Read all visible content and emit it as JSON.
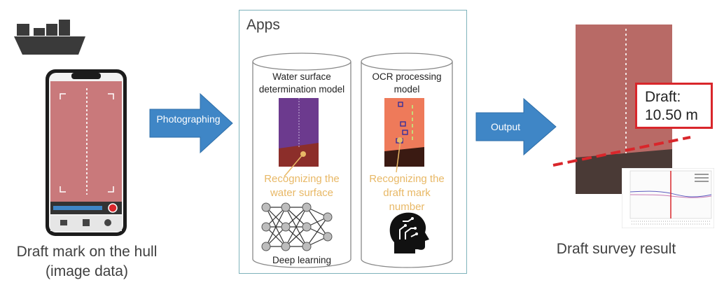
{
  "input": {
    "label_line1": "Draft mark on the hull",
    "label_line2": "(image data)"
  },
  "arrows": {
    "photographing": "Photographing",
    "output": "Output"
  },
  "apps": {
    "title": "Apps",
    "water_model": {
      "title_line1": "Water surface",
      "title_line2": "determination model",
      "caption_line1": "Recognizing the",
      "caption_line2": "water surface"
    },
    "ocr_model": {
      "title_line1": "OCR processing",
      "title_line2": "model",
      "caption_line1": "Recognizing the",
      "caption_line2": "draft mark",
      "caption_line3": "number"
    },
    "deep_learning": "Deep learning"
  },
  "result": {
    "draft_label": "Draft:",
    "draft_value": "10.50 m",
    "caption": "Draft survey result"
  },
  "colors": {
    "arrow": "#3f86c6",
    "accent_orange": "#e8b866",
    "alert_red": "#d9262b",
    "box_border": "#7fb3bb"
  }
}
